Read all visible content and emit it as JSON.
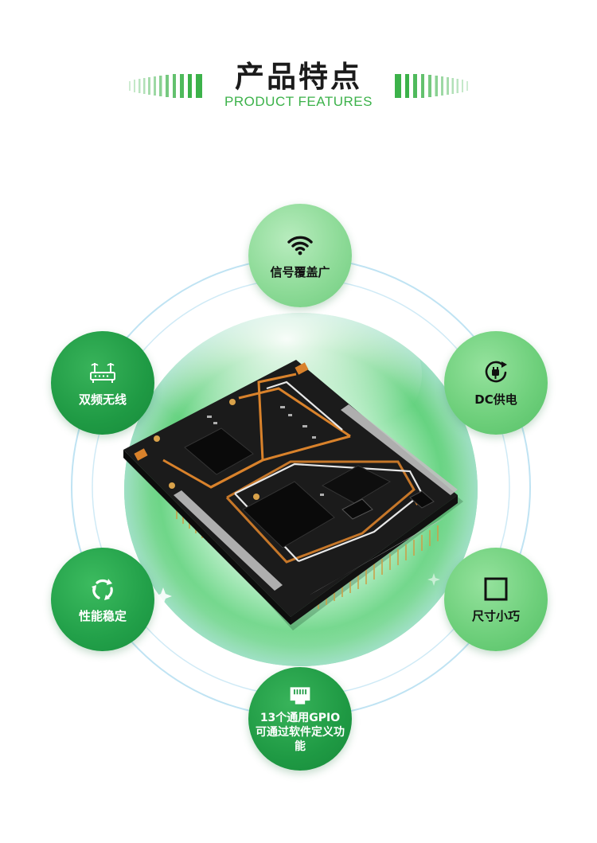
{
  "header": {
    "title_cn": "产品特点",
    "title_en": "PRODUCT FEATURES"
  },
  "features": [
    {
      "label": "信号覆盖广",
      "icon": "wifi-icon"
    },
    {
      "label": "双频无线",
      "icon": "router-icon"
    },
    {
      "label": "DC供电",
      "icon": "power-plug-icon"
    },
    {
      "label": "性能稳定",
      "icon": "recycle-arrows-icon"
    },
    {
      "label": "尺寸小巧",
      "icon": "square-outline-icon"
    },
    {
      "label": "13个通用GPIO可通过软件定义功能",
      "icon": "ethernet-port-icon"
    }
  ],
  "colors": {
    "accent_green": "#3cb24a",
    "dark_green": "#1f9a44",
    "light_green": "#8edb98",
    "ring_blue": "#a9d8ef",
    "pcb_black": "#1a1a1a",
    "pcb_copper": "#d9822b"
  }
}
